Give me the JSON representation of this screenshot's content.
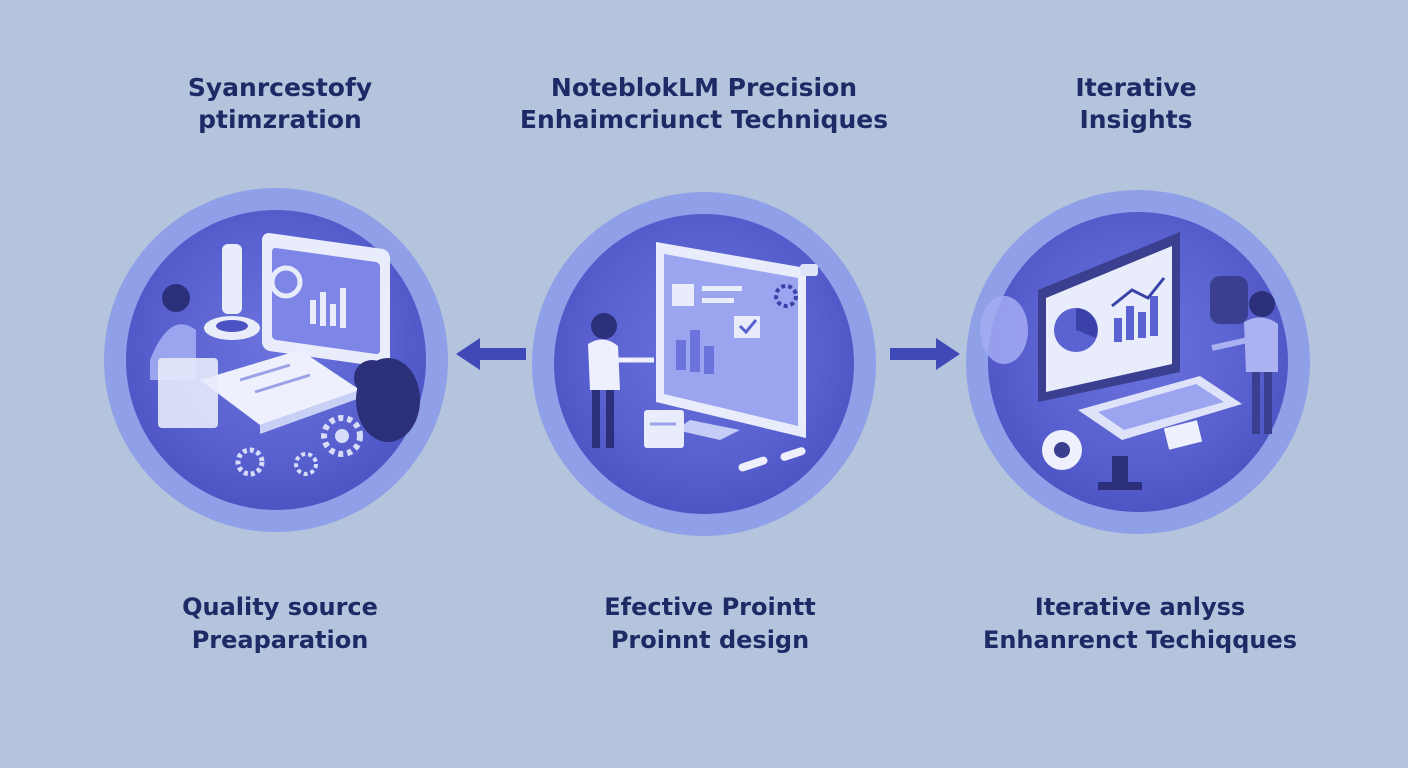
{
  "steps": [
    {
      "title_lines": [
        "Syanrcestofy",
        "ptimzration"
      ],
      "caption_lines": [
        "Quality source",
        "Preaparation"
      ]
    },
    {
      "title_lines": [
        "NoteblokLM Precision",
        "Enhaimcriunct Techniques"
      ],
      "caption_lines": [
        "Efective Prointt",
        "Proinnt design"
      ]
    },
    {
      "title_lines": [
        "Iterative",
        "Insights"
      ],
      "caption_lines": [
        "Iterative anlyss",
        "Enhanrenct Techiqques"
      ]
    }
  ],
  "arrows": [
    {
      "direction": "left"
    },
    {
      "direction": "right"
    }
  ],
  "colors": {
    "background": "#b4c4dd",
    "circle_outer": "#8f9fe8",
    "circle_inner": "#5b63d3",
    "text": "#1e2a66"
  }
}
